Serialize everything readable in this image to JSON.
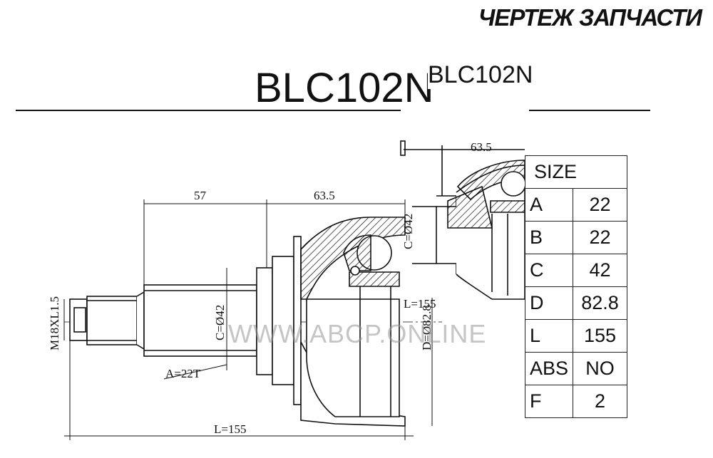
{
  "header": {
    "title": "ЧЕРТЕЖ ЗАПЧАСТИ"
  },
  "part": {
    "number": "BLC102N",
    "number_small": "BLC102N"
  },
  "dimensions": {
    "d57": "57",
    "d63_5": "63.5",
    "d63_5_small": "63.5",
    "thread": "M18XL1.5",
    "c_small": "C=Ø42",
    "c_main": "C=Ø42",
    "d_small": "D=Ø82.8",
    "l_small": "L=155",
    "a": "A=22T",
    "l_main": "L=155"
  },
  "watermark": "WWW.ABCP.ONLINE",
  "spec_table": {
    "header": "SIZE",
    "rows": [
      {
        "key": "A",
        "value": "22"
      },
      {
        "key": "B",
        "value": "22"
      },
      {
        "key": "C",
        "value": "42"
      },
      {
        "key": "D",
        "value": "82.8"
      },
      {
        "key": "L",
        "value": "155"
      },
      {
        "key": "ABS",
        "value": "NO"
      },
      {
        "key": "F",
        "value": "2"
      }
    ]
  }
}
